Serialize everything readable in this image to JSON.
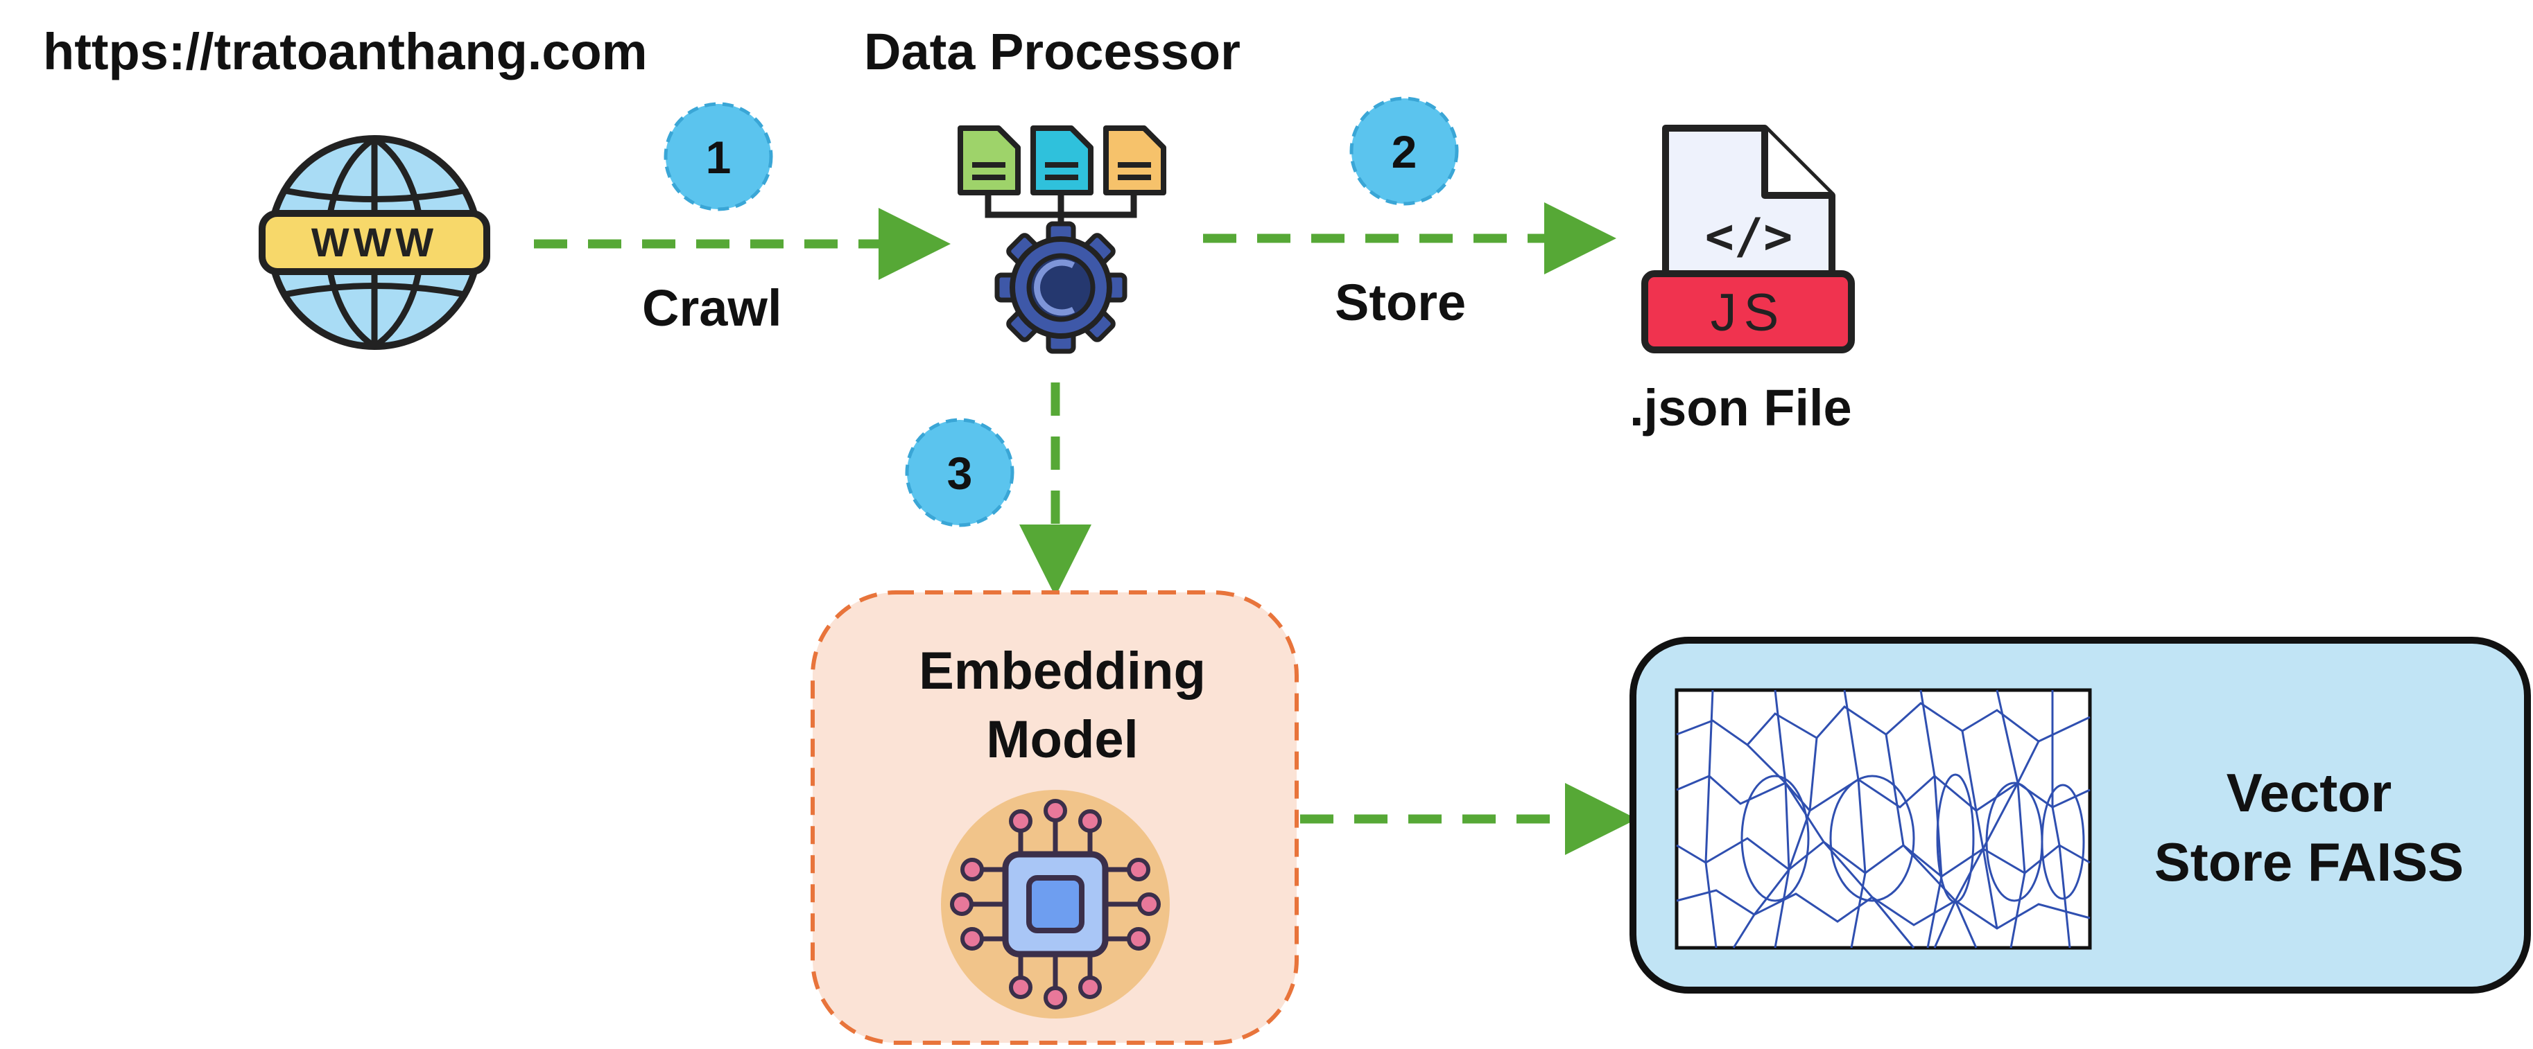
{
  "nodes": {
    "website": {
      "label": "https://tratoanthang.com",
      "icon": "globe-www-icon",
      "badge_text": "WWW"
    },
    "processor": {
      "label": "Data Processor",
      "icon": "documents-gear-icon"
    },
    "json_file": {
      "label": ".json File",
      "icon": "json-file-icon",
      "code_glyph": "</>",
      "badge_text": "JS"
    },
    "embedding": {
      "title_line1": "Embedding",
      "title_line2": "Model",
      "icon": "chip-icon"
    },
    "vector_store": {
      "line1": "Vector",
      "line2": "Store FAISS",
      "icon": "faiss-voronoi-icon"
    }
  },
  "steps": [
    {
      "number": "1",
      "label": "Crawl"
    },
    {
      "number": "2",
      "label": "Store"
    },
    {
      "number": "3",
      "label": ""
    }
  ],
  "colors": {
    "arrow": "#56a836",
    "step_badge": "#5bc4ee",
    "step_badge_border": "#3aa6d6",
    "embedding_fill": "#fbe3d6",
    "embedding_border": "#e8743b",
    "vector_fill": "#c1e4f5",
    "json_red": "#f0334f",
    "faiss_lines": "#2f4fb0"
  }
}
